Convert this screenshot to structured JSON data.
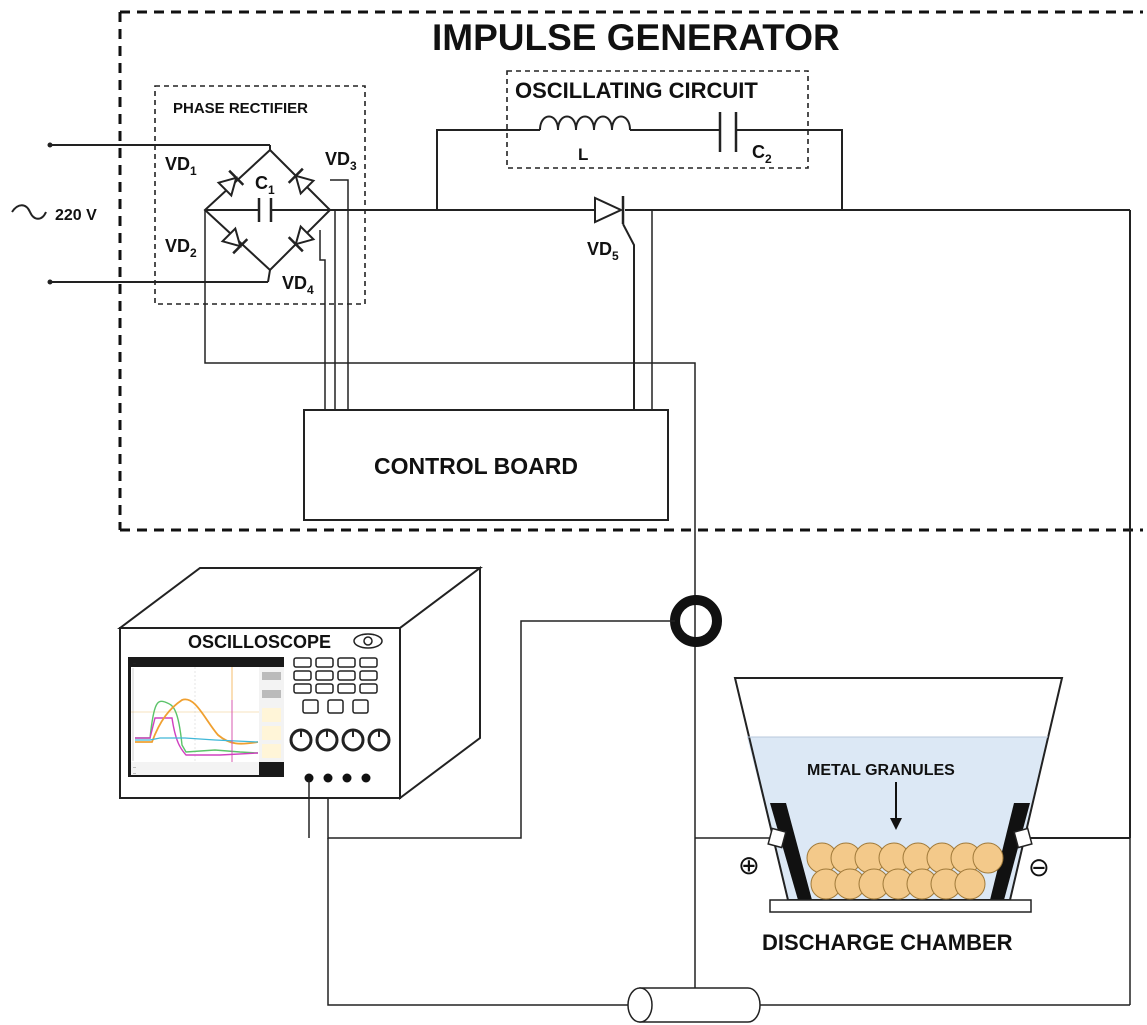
{
  "labels": {
    "impulse_generator": "IMPULSE GENERATOR",
    "oscillating_circuit": "OSCILLATING CIRCUIT",
    "phase_rectifier": "PHASE RECTIFIER",
    "inductor": "L",
    "capacitor_c2": "C",
    "capacitor_c2_sub": "2",
    "capacitor_c1": "C",
    "capacitor_c1_sub": "1",
    "supply_voltage": "220 V",
    "supply_symbol": "~",
    "vd1": "VD",
    "vd1_sub": "1",
    "vd2": "VD",
    "vd2_sub": "2",
    "vd3": "VD",
    "vd3_sub": "3",
    "vd4": "VD",
    "vd4_sub": "4",
    "vd5": "VD",
    "vd5_sub": "5",
    "control_board": "CONTROL BOARD",
    "oscilloscope": "OSCILLOSCOPE",
    "metal_granules": "METAL GRANULES",
    "discharge_chamber": "DISCHARGE CHAMBER",
    "plus_terminal": "⊕",
    "minus_terminal": "⊖"
  },
  "colors": {
    "granule_fill": "#f3c98a",
    "liquid_fill": "#dce8f5",
    "waveform_orange": "#f0a030",
    "waveform_green": "#5cc36a",
    "waveform_magenta": "#d040c0",
    "waveform_cyan": "#40b8d8"
  }
}
